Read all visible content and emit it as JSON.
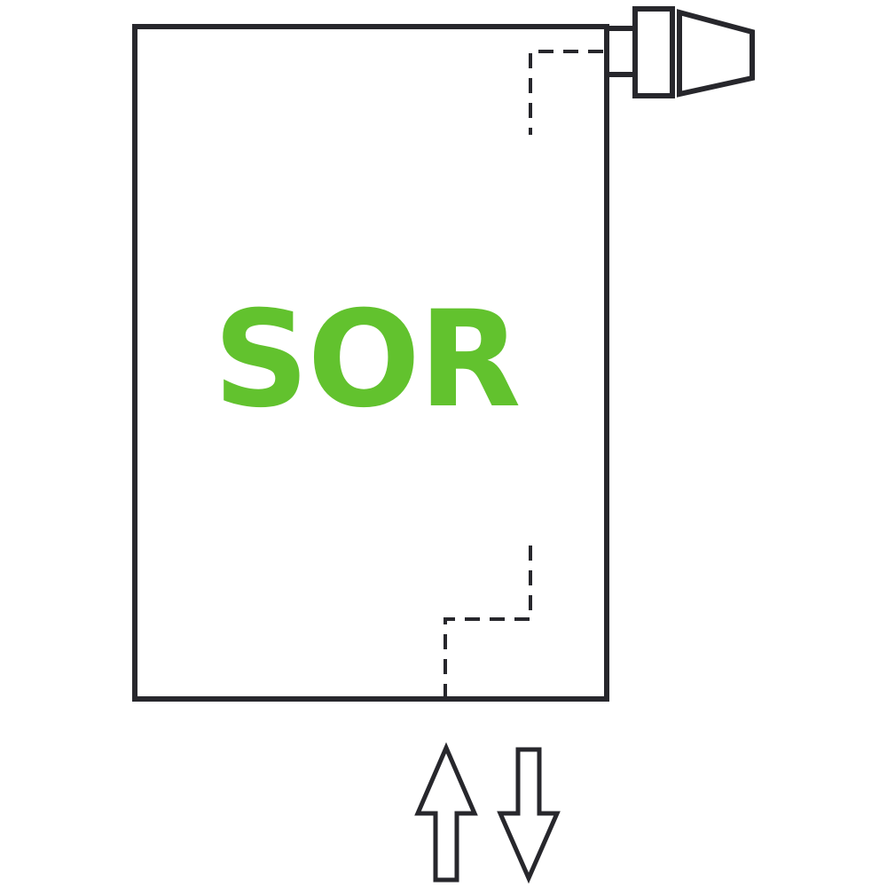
{
  "diagram": {
    "label": "SOR",
    "colors": {
      "outline": "#27272c",
      "label_green": "#62c22e",
      "background": "#ffffff"
    },
    "icons": {
      "valve": "thermostatic-valve-head",
      "flow_arrow": "arrow-up",
      "return_arrow": "arrow-down"
    }
  }
}
